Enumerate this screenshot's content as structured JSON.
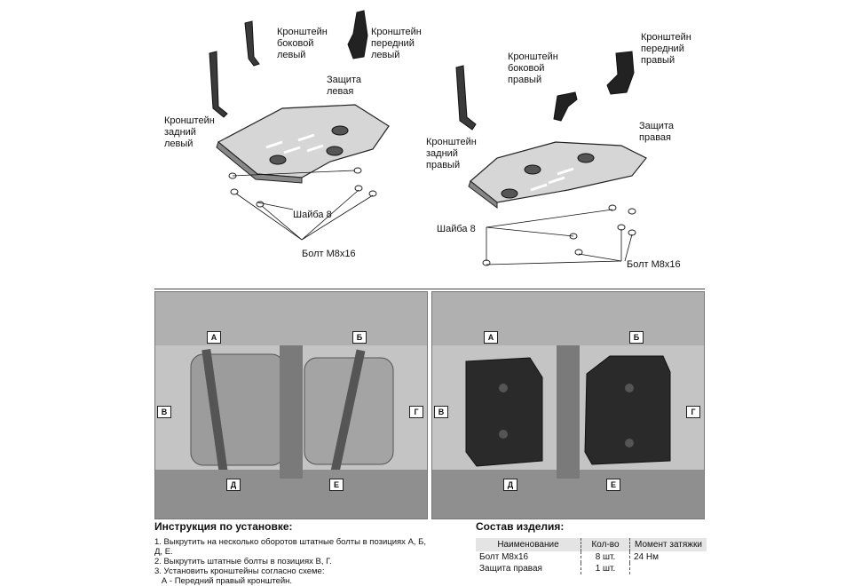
{
  "diagram": {
    "left_labels": {
      "bracket_side_left": "Кронштейн\nбоковой\nлевый",
      "bracket_front_left": "Кронштейн\nпередний\nлевый",
      "bracket_rear_left": "Кронштейн\nзадний\nлевый",
      "guard_left": "Защита\nлевая",
      "washer": "Шайба 8",
      "bolt": "Болт М8х16"
    },
    "right_labels": {
      "bracket_front_right": "Кронштейн\nпередний\nправый",
      "bracket_side_right": "Кронштейн\nбоковой\nправый",
      "bracket_rear_right": "Кронштейн\nзадний\nправый",
      "guard_right": "Защита\nправая",
      "washer": "Шайба 8",
      "bolt": "Болт М8х16"
    }
  },
  "photos": {
    "markers": [
      "А",
      "Б",
      "В",
      "Г",
      "Д",
      "Е"
    ]
  },
  "instructions": {
    "title": "Инструкция по установке:",
    "lines": [
      "1. Выкрутить на несколько оборотов штатные болты в позициях А, Б, Д, Е.",
      "2. Выкрутить штатные болты в позициях В, Г.",
      "3. Установить кронштейны согласно схеме:",
      "   А - Передний правый кронштейн."
    ]
  },
  "parts": {
    "title": "Состав изделия:",
    "headers": [
      "Наименование",
      "Кол-во",
      "Момент затяжки"
    ],
    "rows": [
      [
        "Болт М8х16",
        "8 шт.",
        "24 Нм"
      ],
      [
        "Защита правая",
        "1 шт.",
        ""
      ]
    ]
  },
  "colors": {
    "plate_light": "#d6d6d6",
    "plate_dark": "#2a2a2a",
    "photo_bg": "#c9c9c9"
  }
}
